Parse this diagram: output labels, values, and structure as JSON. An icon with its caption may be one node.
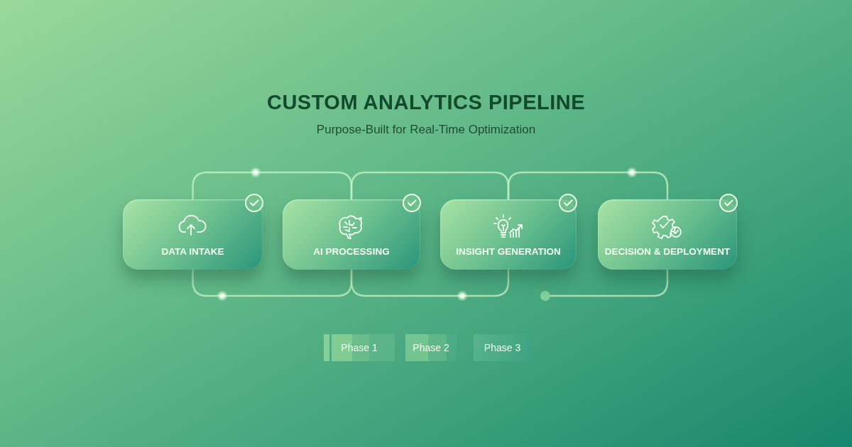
{
  "diagram": {
    "title": "CUSTOM ANALYTICS PIPELINE",
    "nodes": [
      {
        "text": [
          "DATA INTAKE"
        ]
      },
      {
        "text": [
          "AI PROCESSING"
        ]
      },
      {
        "text": [
          "INSIGHT GENERATION"
        ]
      },
      {
        "text": [
          "DECISION & DEPLOYMENT"
        ]
      },
      {
        "text": [
          "Phase 1"
        ]
      },
      {
        "text": [
          "Phase 2"
        ]
      },
      {
        "text": [
          "Phase 3"
        ]
      }
    ],
    "edges": [
      {
        "from": 0,
        "to": 1,
        "arrow": "none"
      },
      {
        "from": 1,
        "to": 2,
        "arrow": "none"
      },
      {
        "from": 2,
        "to": 3,
        "arrow": "none"
      },
      {
        "from": 0,
        "to": 1,
        "arrow": "none"
      },
      {
        "from": 1,
        "to": 2,
        "arrow": "none"
      },
      {
        "from": null,
        "to": 3,
        "arrow": "none"
      }
    ],
    "labels": [
      "Purpose-Built for Real-Time Optimization"
    ]
  }
}
